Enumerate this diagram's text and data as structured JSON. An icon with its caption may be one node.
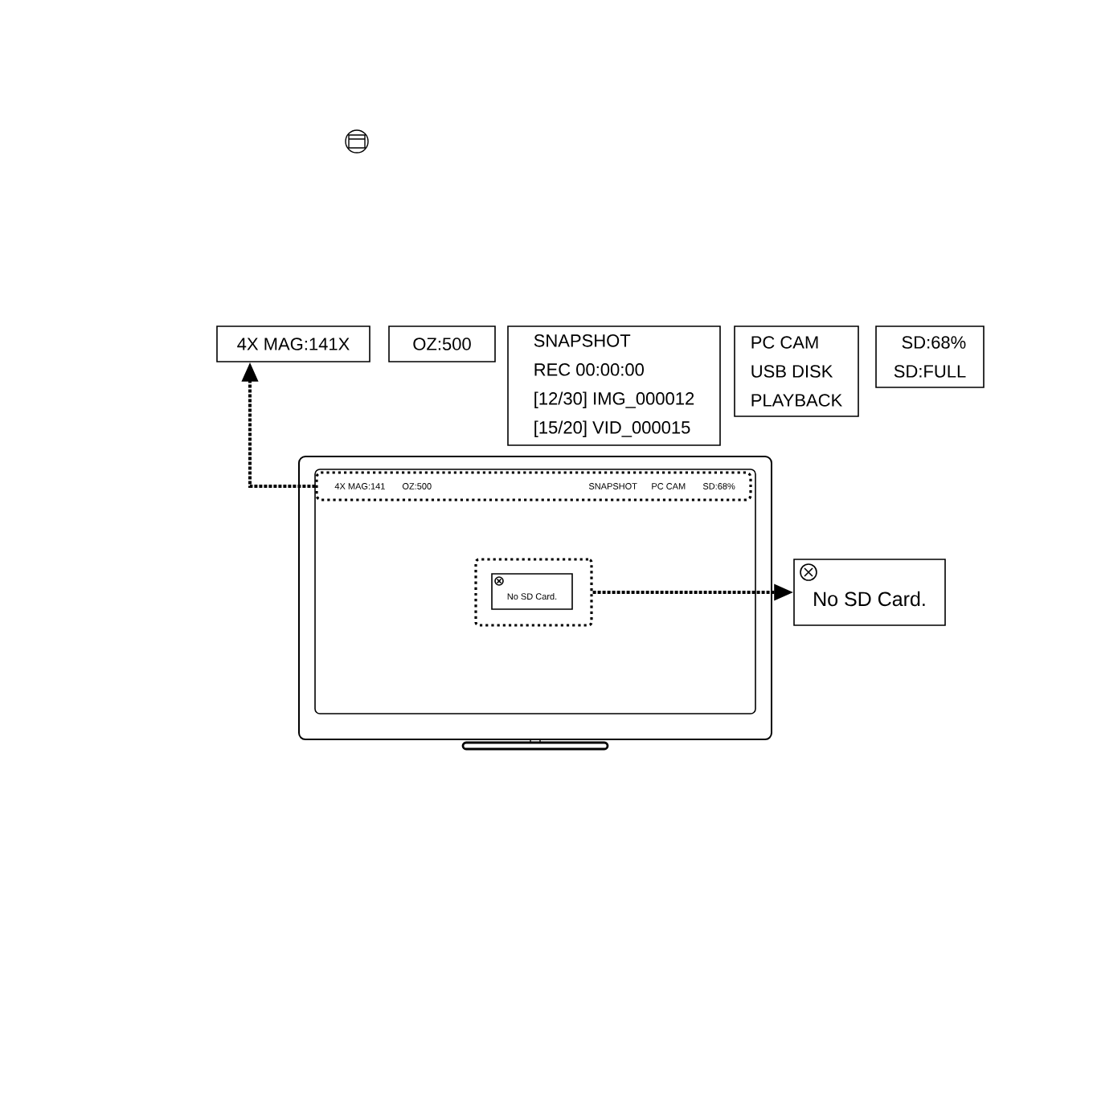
{
  "diagram": {
    "nodes": [
      {
        "text": [
          "4X MAG:141X"
        ]
      },
      {
        "text": [
          "OZ:500"
        ]
      },
      {
        "text": [
          "SNAPSHOT",
          "REC 00:00:00",
          "[12/30] IMG_000012",
          "[15/20] VID_000015"
        ]
      },
      {
        "text": [
          "PC CAM",
          "USB DISK",
          "PLAYBACK"
        ]
      },
      {
        "text": [
          "SD:68%",
          "SD:FULL"
        ]
      },
      {
        "text": [],
        "shape": "box"
      },
      {
        "text": [
          "4X MAG:141",
          "OZ:500",
          "SNAPSHOT",
          "PC CAM",
          "SD:68%"
        ],
        "in": 5
      },
      {
        "text": [],
        "shape": "box",
        "in": 5
      },
      {
        "text": [
          "No SD Card."
        ],
        "in": 7
      },
      {
        "text": [
          "No SD Card."
        ]
      }
    ],
    "edges": [
      {
        "from": 6,
        "to": 0,
        "arrow": "to",
        "style": "dashed"
      },
      {
        "from": 7,
        "to": 9,
        "arrow": "to",
        "style": "dashed"
      }
    ]
  }
}
